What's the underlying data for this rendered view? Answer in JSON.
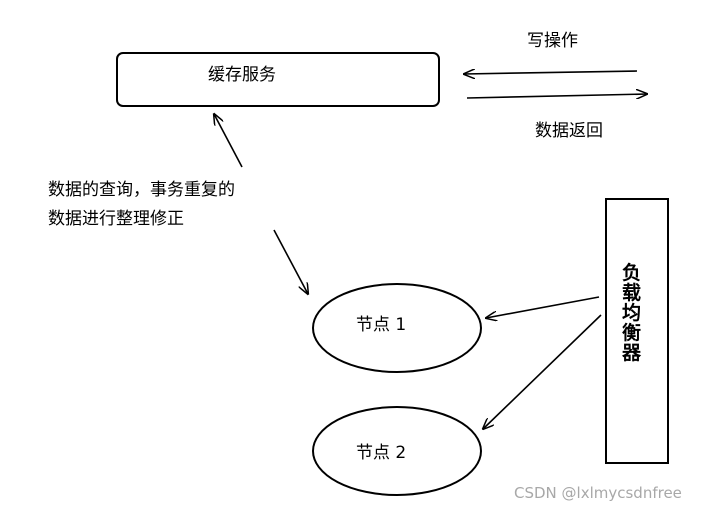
{
  "cache_service": {
    "label": "缓存服务"
  },
  "write_op": {
    "label": "写操作"
  },
  "data_return": {
    "label": "数据返回"
  },
  "note": {
    "line1": "数据的查询，事务重复的",
    "line2": "数据进行整理修正"
  },
  "node1": {
    "label": "节点 1"
  },
  "node2": {
    "label": "节点 2"
  },
  "load_balancer": {
    "chars": [
      "负",
      "载",
      "均",
      "衡",
      "器"
    ]
  },
  "watermark": {
    "text": "CSDN @lxlmycsdnfree"
  }
}
